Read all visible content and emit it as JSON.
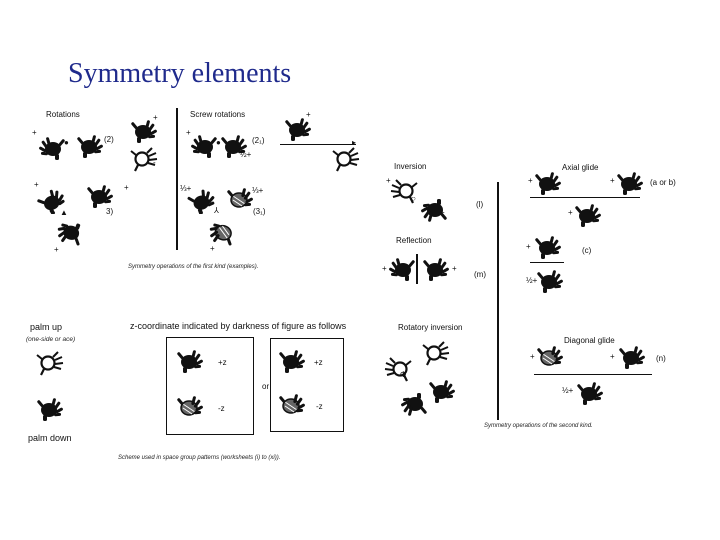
{
  "slide": {
    "title": "Symmetry elements"
  },
  "first_kind": {
    "rotations_label": "Rotations",
    "screw_rotations_label": "Screw rotations",
    "label_2": "(2)",
    "label_2_1": "(2₁)",
    "label_3": "3)",
    "label_3_1": "(3₁)",
    "caption": "Symmetry operations of the first kind (examples)."
  },
  "second_kind": {
    "inversion_label": "Inversion",
    "reflection_label": "Reflection",
    "rotatory_inversion_label": "Rotatory inversion",
    "axial_glide_label": "Axial glide",
    "diagonal_glide_label": "Diagonal glide",
    "label_l": "(l)",
    "label_m": "(m)",
    "label_a_or_b": "(a or b)",
    "label_c": "(c)",
    "label_n": "(n)",
    "caption": "Symmetry operations of the second kind."
  },
  "scheme": {
    "palm_up_label": "palm up",
    "palm_up_sub": "(one-side or ace)",
    "palm_down_label": "palm down",
    "z_heading": "z-coordinate indicated by darkness of figure as follows",
    "or_label": "or",
    "plus_z_label": "+z",
    "minus_z_label": "-z",
    "caption": "Scheme used in space group patterns (worksheets (i) to (xi))."
  },
  "icons": {
    "dark_hand": "dark-hand-icon",
    "light_hand": "light-hand-icon"
  }
}
